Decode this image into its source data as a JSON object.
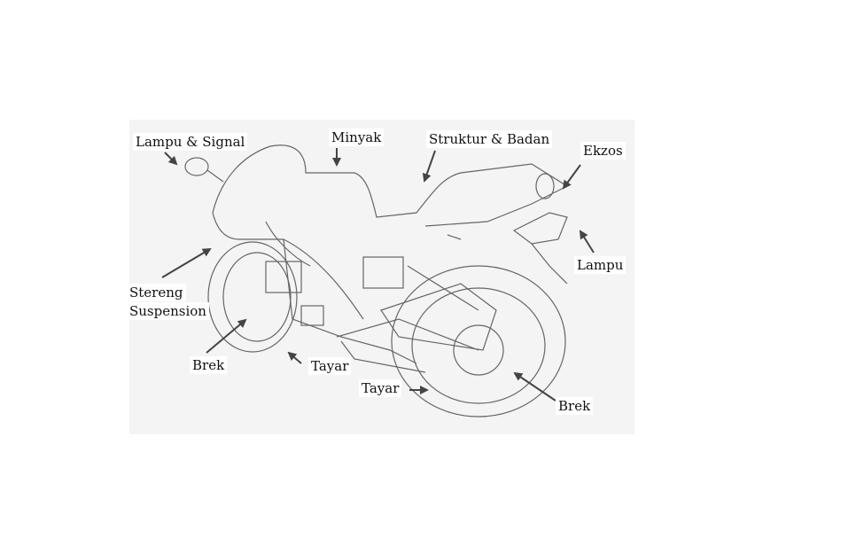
{
  "labels": {
    "lampu_signal": "Lampu & Signal",
    "minyak": "Minyak",
    "struktur_badan": "Struktur & Badan",
    "ekzos": "Ekzos",
    "lampu": "Lampu",
    "stereng": "Stereng",
    "suspension": "Suspension",
    "brek_front": "Brek",
    "tayar_front": "Tayar",
    "tayar_rear": "Tayar",
    "brek_rear": "Brek"
  },
  "colors": {
    "line": "#555555",
    "arrow": "#444444",
    "panel": "#f4f4f4"
  }
}
